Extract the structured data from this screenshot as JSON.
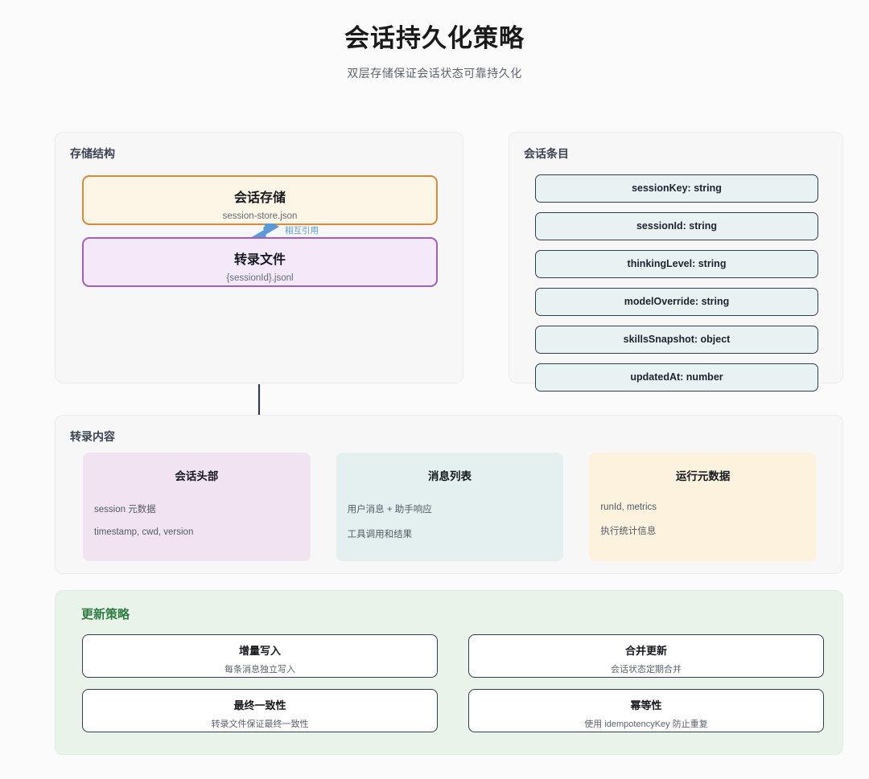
{
  "header": {
    "title": "会话持久化策略",
    "subtitle": "双层存储保证会话状态可靠持久化"
  },
  "storage_structure": {
    "panel_title": "存储结构",
    "boxes": [
      {
        "title": "会话存储",
        "subtitle": "session-store.json",
        "border_color": "#d7893c",
        "fill_color": "#fdf5e6"
      },
      {
        "title": "转录文件",
        "subtitle": "{sessionId}.jsonl",
        "border_color": "#a05ec4",
        "fill_color": "#f4e9f9"
      }
    ],
    "connector_label": "相互引用",
    "connector_color": "#5b9bd5"
  },
  "session_entry": {
    "panel_title": "会话条目",
    "fields": [
      "sessionKey: string",
      "sessionId: string",
      "thinkingLevel: string",
      "modelOverride: string",
      "skillsSnapshot: object",
      "updatedAt: number"
    ]
  },
  "transcript_content": {
    "panel_title": "转录内容",
    "cards": [
      {
        "title": "会话头部",
        "lines": [
          "session 元数据",
          "timestamp, cwd, version"
        ],
        "fill_color": "#f1e4f0"
      },
      {
        "title": "消息列表",
        "lines": [
          "用户消息 + 助手响应",
          "工具调用和结果"
        ],
        "fill_color": "#e4f0f0"
      },
      {
        "title": "运行元数据",
        "lines": [
          "runId, metrics",
          "执行统计信息"
        ],
        "fill_color": "#fcf2de"
      }
    ]
  },
  "update_strategy": {
    "panel_title": "更新策略",
    "title_color": "#2f7d43",
    "cards": [
      {
        "title": "增量写入",
        "subtitle": "每条消息独立写入"
      },
      {
        "title": "合并更新",
        "subtitle": "会话状态定期合并"
      },
      {
        "title": "最终一致性",
        "subtitle": "转录文件保证最终一致性"
      },
      {
        "title": "幂等性",
        "subtitle": "使用 idempotencyKey 防止重复"
      }
    ]
  }
}
